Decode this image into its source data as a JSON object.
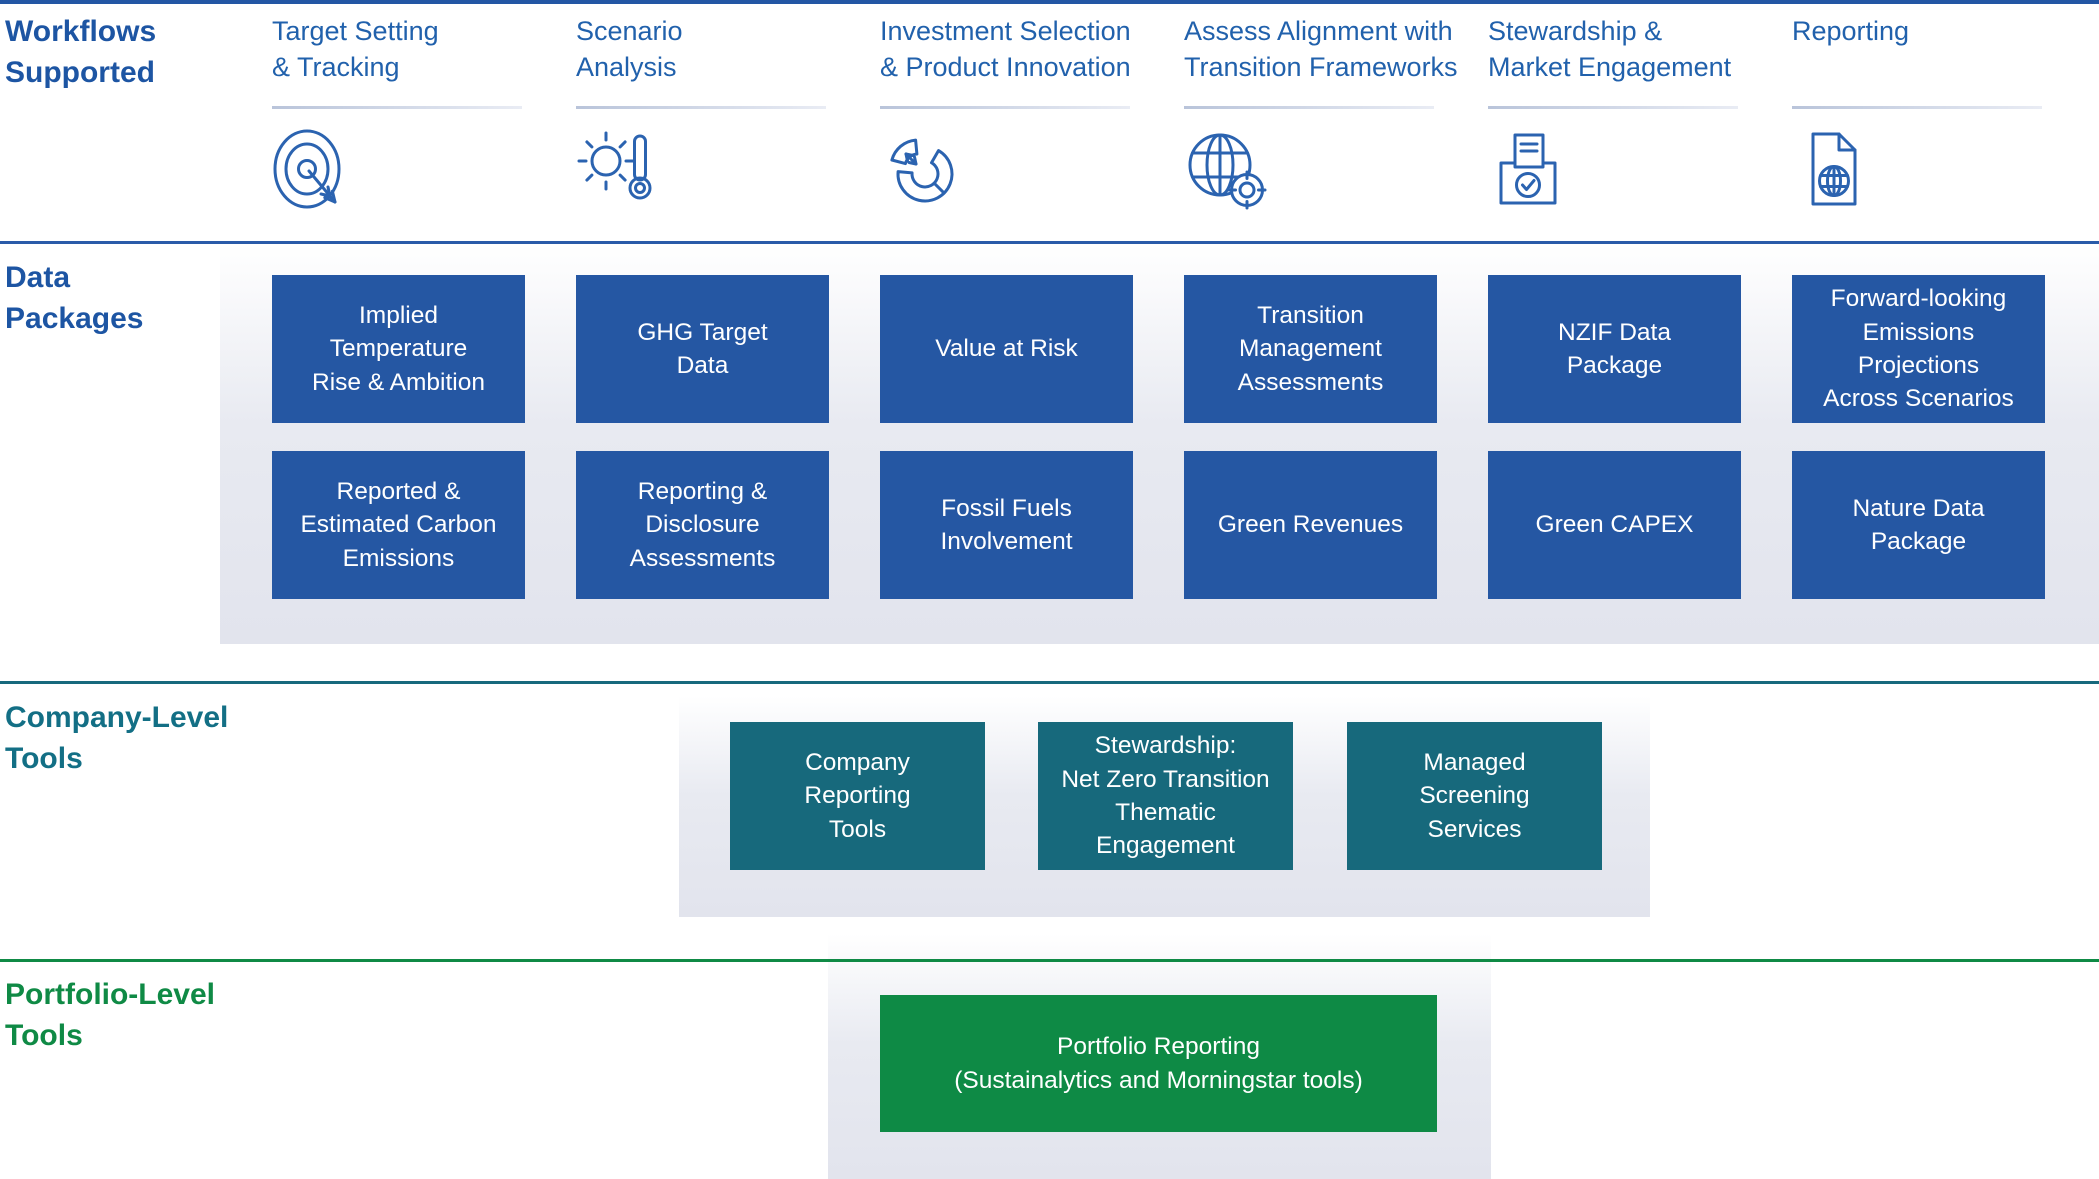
{
  "colors": {
    "box_blue": "#2557a3",
    "box_teal": "#17697c",
    "box_green": "#0e8a45",
    "heading_blue": "#2161ac",
    "label_blue": "#1d55a3",
    "label_teal": "#136f85",
    "label_green": "#0f8a45",
    "separator_blue": "#2a5ba9",
    "separator_teal": "#17697d",
    "separator_green": "#0f8a45",
    "panel_gray": "#e2e4ed"
  },
  "workflows": {
    "label": "Workflows\nSupported",
    "columns": [
      {
        "label": "Target Setting\n& Tracking",
        "icon": "target-arrow-icon"
      },
      {
        "label": "Scenario\nAnalysis",
        "icon": "sun-thermometer-icon"
      },
      {
        "label": "Investment Selection\n& Product Innovation",
        "icon": "pie-chart-arrow-icon"
      },
      {
        "label": "Assess Alignment with\nTransition Frameworks",
        "icon": "globe-target-icon"
      },
      {
        "label": "Stewardship &\nMarket Engagement",
        "icon": "ballot-box-icon"
      },
      {
        "label": "Reporting",
        "icon": "document-globe-icon"
      }
    ]
  },
  "data_packages": {
    "label": "Data\nPackages",
    "rows": [
      [
        "Implied\nTemperature\nRise & Ambition",
        "GHG Target\nData",
        "Value at Risk",
        "Transition\nManagement\nAssessments",
        "NZIF Data\nPackage",
        "Forward-looking\nEmissions\nProjections\nAcross Scenarios"
      ],
      [
        "Reported &\nEstimated Carbon\nEmissions",
        "Reporting &\nDisclosure\nAssessments",
        "Fossil Fuels\nInvolvement",
        "Green Revenues",
        "Green CAPEX",
        "Nature Data\nPackage"
      ]
    ]
  },
  "company_tools": {
    "label": "Company-Level\nTools",
    "items": [
      "Company\nReporting\nTools",
      "Stewardship:\nNet Zero Transition\nThematic\nEngagement",
      "Managed\nScreening\nServices"
    ]
  },
  "portfolio_tools": {
    "label": "Portfolio-Level\nTools",
    "items": [
      "Portfolio Reporting\n(Sustainalytics and Morningstar tools)"
    ]
  }
}
